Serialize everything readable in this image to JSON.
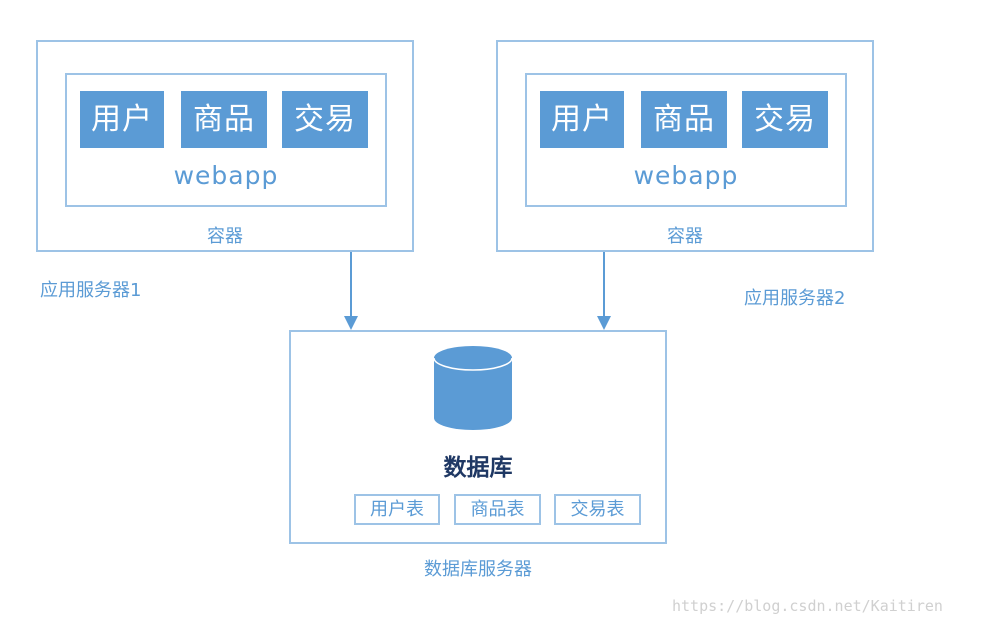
{
  "server1": {
    "label": "应用服务器1",
    "container_label": "容器",
    "app_label": "webapp",
    "modules": [
      "用户",
      "商品",
      "交易"
    ]
  },
  "server2": {
    "label": "应用服务器2",
    "container_label": "容器",
    "app_label": "webapp",
    "modules": [
      "用户",
      "商品",
      "交易"
    ]
  },
  "db_server": {
    "label": "数据库服务器",
    "db_title": "数据库",
    "tables": [
      "用户表",
      "商品表",
      "交易表"
    ]
  },
  "watermark": "https://blog.csdn.net/Kaitiren",
  "colors": {
    "module_fill": "#5b9bd5",
    "border": "#9dc3e6",
    "label_text": "#5b9bd5",
    "db_title_text": "#1f3864",
    "arrow": "#5b9bd5"
  },
  "icons": {
    "database": "database-cylinder-icon",
    "arrow": "arrow-down-icon"
  }
}
